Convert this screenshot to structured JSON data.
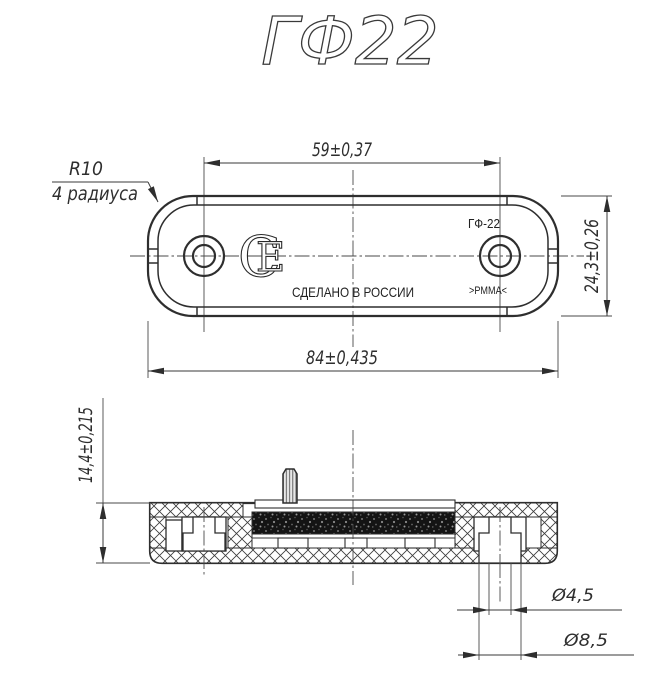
{
  "title": "ГФ22",
  "top_view": {
    "corner_radius_note": {
      "value": "R10",
      "note": "4 радиуса"
    },
    "dims": {
      "hole_spacing": "59±0,37",
      "overall_width": "84±0,435",
      "overall_height": "24,3±0,26"
    },
    "markings": {
      "logo_c": "C",
      "logo_e": "E",
      "model": "ГФ-22",
      "made_in": "СДЕЛАНО В РОССИИ",
      "material": ">PMMA<"
    }
  },
  "section_view": {
    "dims": {
      "overall_thickness": "14,4±0,215",
      "hole_diameter": "Ø4,5",
      "counterbore_diameter": "Ø8,5"
    }
  },
  "colors": {
    "ink": "#2e2e2e",
    "background": "#ffffff"
  }
}
